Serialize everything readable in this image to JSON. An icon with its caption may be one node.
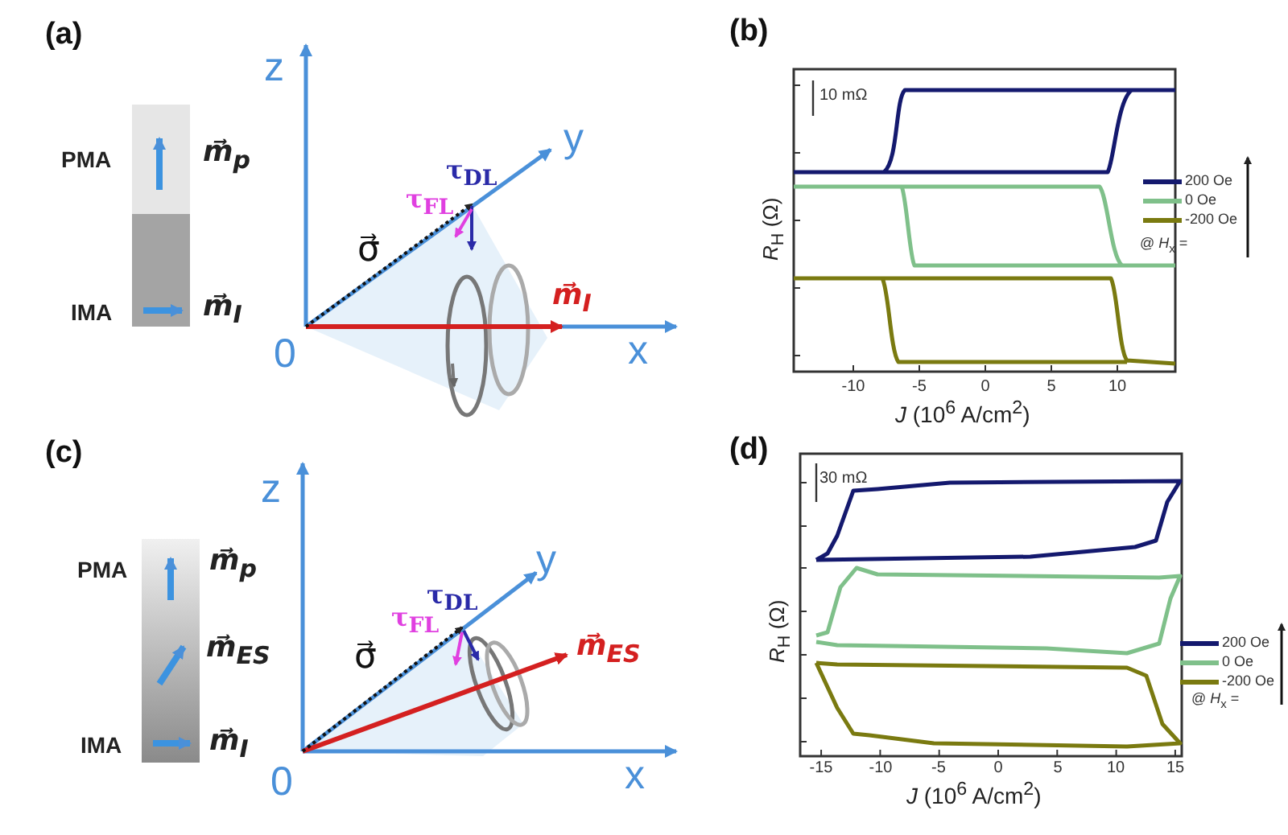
{
  "diagram": {
    "labels": [
      "(a)",
      "PMA",
      "m⃗$_{p}$",
      "IMA",
      "m⃗$_{I}$",
      "z",
      "y",
      "τ$_{DL}$",
      "τ$_{FL}$",
      "σ⃗",
      "m⃗$_{I}$",
      "0",
      "x",
      "(b)",
      "10 mΩ",
      "*R*$_{H}$ (Ω)",
      "-10",
      "-5",
      "0",
      "5",
      "10",
      "*J* (10$^{6}$ A/cm$^{2}$)",
      "@ *H*$_{x}$ =",
      "(c)",
      "PMA",
      "m⃗$_{p}$",
      "m⃗$_{ES}$",
      "IMA",
      "m⃗$_{I}$",
      "z",
      "y",
      "τ$_{DL}$",
      "τ$_{FL}$",
      "σ⃗",
      "m⃗$_{ES}$",
      "0",
      "x",
      "(d)",
      "30 mΩ",
      "*R*$_{H}$ (Ω)",
      "-15",
      "-10",
      "-5",
      "0",
      "5",
      "10",
      "15",
      "*J* (10$^{6}$ A/cm$^{2}$)",
      "@ *H*$_{x}$ ="
    ],
    "legend": [
      {
        "text": "200 Oe"
      },
      {
        "text": "0 Oe"
      },
      {
        "text": "-200 Oe"
      },
      {
        "text": "200 Oe"
      },
      {
        "text": "0 Oe"
      },
      {
        "text": "-200 Oe"
      }
    ]
  }
}
